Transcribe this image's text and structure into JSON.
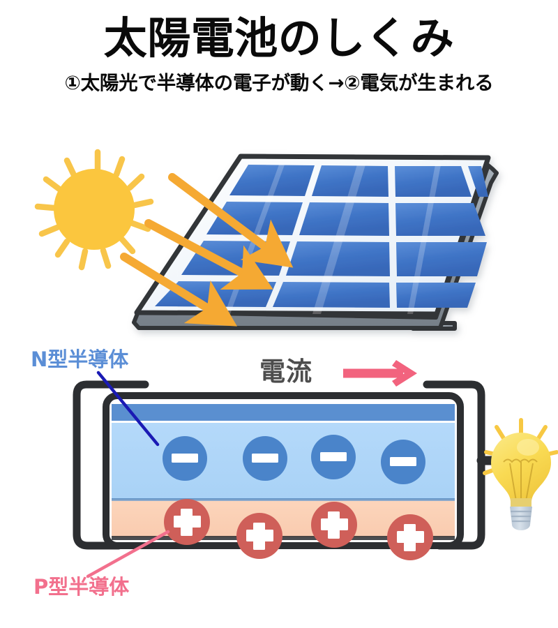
{
  "header": {
    "title": "太陽電池のしくみ",
    "subtitle": "①太陽光で半導体の電子が動く→②電気が生まれる"
  },
  "diagram": {
    "sun": {
      "icon": "sun-icon",
      "body_color": "#fbc63e",
      "ray_color": "#f8c54a",
      "ray_count": 12
    },
    "light_rays": {
      "icon": "sunlight-arrow-icon",
      "color": "#f5a933",
      "count": 3
    },
    "solar_panel": {
      "icon": "solar-panel-icon",
      "frame_color": "#333538",
      "cell_color": "#3a6fc4",
      "cell_grid_rows": 5,
      "cell_grid_cols": 4,
      "stand_color": "#8d969e"
    },
    "cell": {
      "n_layer": {
        "label": "N型半導体",
        "label_color": "#5b8ed6",
        "fill_color": "#aed6f8",
        "top_strip_color": "#5a8fd0",
        "carrier_symbol": "−",
        "carrier_color": "#4a84ca",
        "carrier_count": 4
      },
      "p_layer": {
        "label": "P型半導体",
        "label_color": "#f2708d",
        "fill_color": "#fbd1b5",
        "carrier_symbol": "+",
        "carrier_color": "#cf5f59",
        "carrier_count": 4
      },
      "border_color": "#2c2e31"
    },
    "current": {
      "label": "電流",
      "label_color": "#4d4d4d",
      "arrow_color": "#f2637e",
      "arrow_direction": "right"
    },
    "wire": {
      "icon": "wire-icon",
      "color": "#2c2e31"
    },
    "bulb": {
      "icon": "light-bulb-icon",
      "glass_color": "#f7d84e",
      "base_color": "#c5d2e0",
      "ray_color": "#f7c843",
      "ray_count": 6
    }
  }
}
